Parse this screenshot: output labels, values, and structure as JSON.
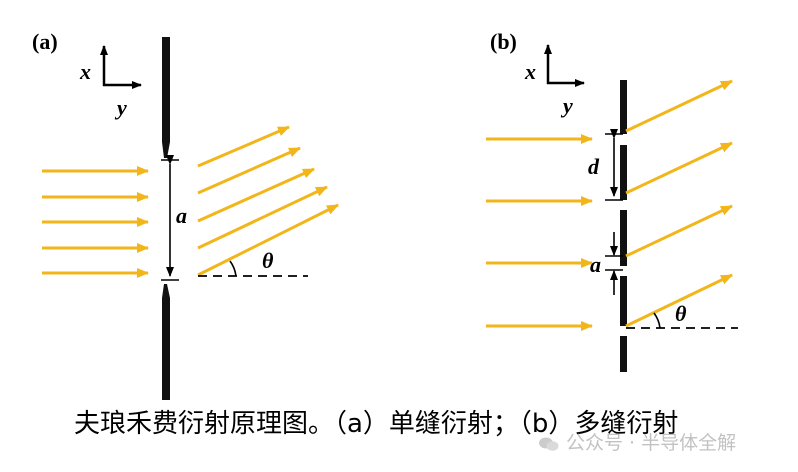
{
  "panel_a": {
    "tag": "(a)",
    "axis_x": "x",
    "axis_y": "y",
    "slit_width": "a",
    "angle": "θ"
  },
  "panel_b": {
    "tag": "(b)",
    "axis_x": "x",
    "axis_y": "y",
    "period": "d",
    "slit_width": "a",
    "angle": "θ"
  },
  "caption": "夫琅禾费衍射原理图。（a）单缝衍射；（b）多缝衍射",
  "watermark": "公众号 · 半导体全解",
  "colors": {
    "ray": "#F2B61B",
    "screen": "#111111",
    "text": "#000000"
  }
}
